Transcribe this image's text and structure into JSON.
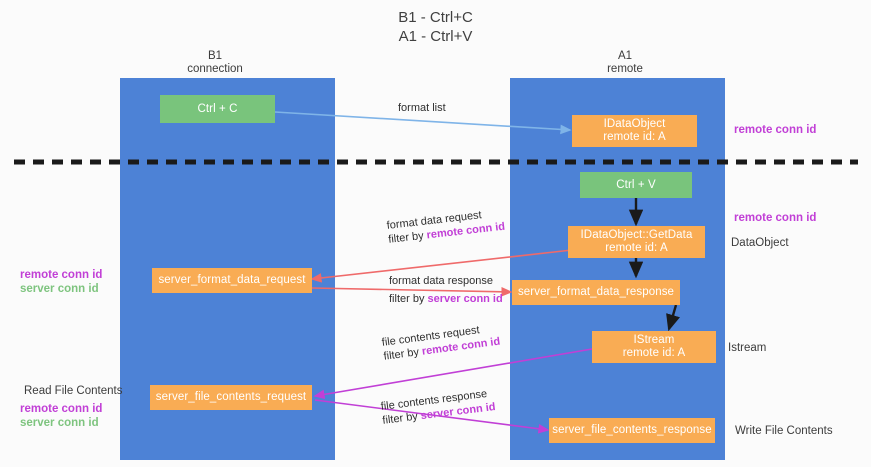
{
  "title": {
    "line1": "B1 - Ctrl+C",
    "line2": "A1 - Ctrl+V"
  },
  "lanes": [
    {
      "id": "b1",
      "name": "B1",
      "role": "connection"
    },
    {
      "id": "a1",
      "name": "A1",
      "role": "remote"
    }
  ],
  "nodes": {
    "ctrl_c": {
      "label": "Ctrl + C",
      "sub": ""
    },
    "ctrl_v": {
      "label": "Ctrl + V",
      "sub": ""
    },
    "idataobject": {
      "label": "IDataObject",
      "sub": "remote id: A"
    },
    "getdata": {
      "label": "IDataObject::GetData",
      "sub": "remote id: A"
    },
    "istream": {
      "label": "IStream",
      "sub": "remote id: A"
    },
    "fmt_req": {
      "label": "server_format_data_request",
      "sub": ""
    },
    "fmt_resp": {
      "label": "server_format_data_response",
      "sub": ""
    },
    "file_req": {
      "label": "server_file_contents_request",
      "sub": ""
    },
    "file_resp": {
      "label": "server_file_contents_response",
      "sub": ""
    }
  },
  "edges": {
    "format_list": {
      "line1": "format list",
      "line2_prefix": "",
      "line2_key": ""
    },
    "fmt_request": {
      "line1": "format data request",
      "line2_prefix": "filter by ",
      "line2_key": "remote conn id"
    },
    "fmt_response": {
      "line1": "format data response",
      "line2_prefix": "filter by ",
      "line2_key": "server conn id"
    },
    "file_request": {
      "line1": "file contents request",
      "line2_prefix": "filter by ",
      "line2_key": "remote conn id"
    },
    "file_response": {
      "line1": "file contents response",
      "line2_prefix": "filter by ",
      "line2_key": "server conn id"
    }
  },
  "annotations": {
    "right_remote_top": "remote conn id",
    "right_remote_mid": "remote conn id",
    "right_dataobject": "DataObject",
    "right_istream": "Istream",
    "right_write_file": "Write File Contents",
    "left_remote_conn": "remote conn id",
    "left_server_conn": "server conn id",
    "left_read_file": "Read File Contents",
    "left_remote_conn2": "remote conn id",
    "left_server_conn2": "server conn id"
  },
  "colors": {
    "lane": "#4d82d6",
    "node_orange": "#f9ac54",
    "node_green": "#79c47c",
    "accent_purple": "#c13fd6",
    "accent_green": "#7ec47f",
    "arrow_blue": "#7fb4e8",
    "arrow_red": "#ef6a6a",
    "arrow_magenta": "#c13fd6",
    "arrow_black": "#1a1a1a",
    "divider": "#1a1a1a"
  }
}
